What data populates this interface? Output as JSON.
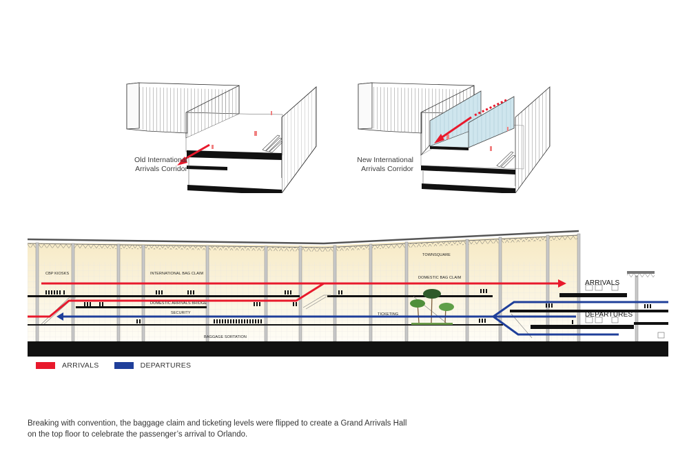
{
  "axonometrics": [
    {
      "id": "old",
      "label_line1": "Old International",
      "label_line2": "Arrivals Corridor"
    },
    {
      "id": "new",
      "label_line1": "New International",
      "label_line2": "Arrivals Corridor"
    }
  ],
  "section": {
    "labels": {
      "cbp_kiosks": "CBP KIOSKS",
      "international_bag_claim": "INTERNATIONAL BAG CLAIM",
      "domestic_arrivals_bridge": "DOMESTIC ARRIVALS BRIDGE",
      "security": "SECURITY",
      "baggage_sortation": "BAGGAGE SORTATION",
      "townsquare": "TOWNSQUARE",
      "domestic_bag_claim": "DOMESTIC BAG CLAIM",
      "ticketing": "TICKETING",
      "arrivals": "ARRIVALS",
      "departures": "DEPARTURES"
    }
  },
  "legend": [
    {
      "label": "ARRIVALS",
      "color": "#e8192c"
    },
    {
      "label": "DEPARTURES",
      "color": "#1f3f9a"
    }
  ],
  "colors": {
    "arrivals": "#e8192c",
    "departures": "#1f3f9a",
    "glass": "#cfe6ee",
    "ceiling_tint": "#fbf3dc"
  },
  "caption": {
    "line1": "Breaking with convention, the baggage claim and ticketing levels were flipped to create a Grand Arrivals Hall",
    "line2": "on the top floor to celebrate the passenger’s arrival to Orlando."
  }
}
